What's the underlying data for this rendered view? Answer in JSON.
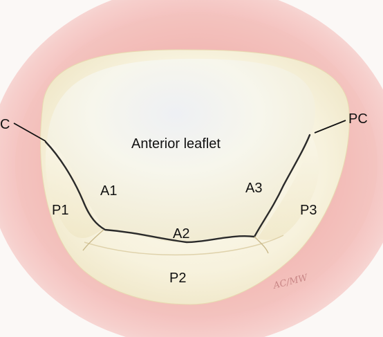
{
  "diagram": {
    "commissures": {
      "left_label": "C",
      "right_label": "PC"
    },
    "anterior_leaflet_label": "Anterior leaflet",
    "anterior_scallops": [
      "A1",
      "A2",
      "A3"
    ],
    "posterior_scallops": [
      "P1",
      "P2",
      "P3"
    ],
    "signature": "AC/MW",
    "colors": {
      "annulus_pink": "#ef9c9c",
      "leaflet_cream": "#f6f2df",
      "outline": "#2a2a2a"
    }
  }
}
